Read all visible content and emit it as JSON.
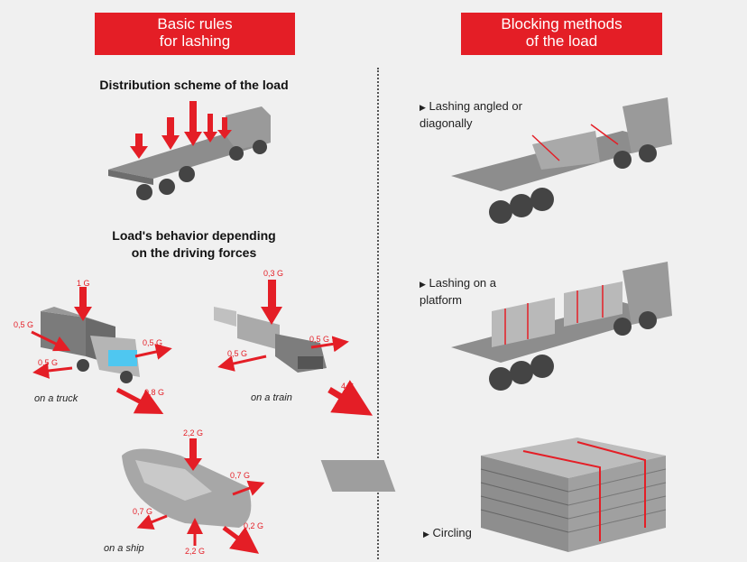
{
  "left_banner": "Basic rules\nfor lashing",
  "right_banner": "Blocking methods\nof the load",
  "distribution_title": "Distribution scheme of the load",
  "behavior_title": "Load's behavior depending\non the driving forces",
  "truck": {
    "caption": "on a truck",
    "forces": [
      "1 G",
      "0,5 G",
      "0,5 G",
      "0,5 G",
      "0,8 G"
    ]
  },
  "train": {
    "caption": "on a train",
    "forces": [
      "0,3 G",
      "0,5 G",
      "0,5 G",
      "4 G"
    ]
  },
  "ship": {
    "caption": "on a ship",
    "forces": [
      "2,2 G",
      "0,7 G",
      "0,7 G",
      "0,2 G",
      "2,2 G"
    ]
  },
  "methods": [
    {
      "label": "Lashing angled or\ndiagonally"
    },
    {
      "label": "Lashing on a\nplatform"
    },
    {
      "label": "Circling"
    }
  ],
  "colors": {
    "accent": "#e41e26",
    "grey": "#8a8a8a",
    "background": "#f0f0f0"
  },
  "icons": [
    "triangle-bullet-icon"
  ]
}
